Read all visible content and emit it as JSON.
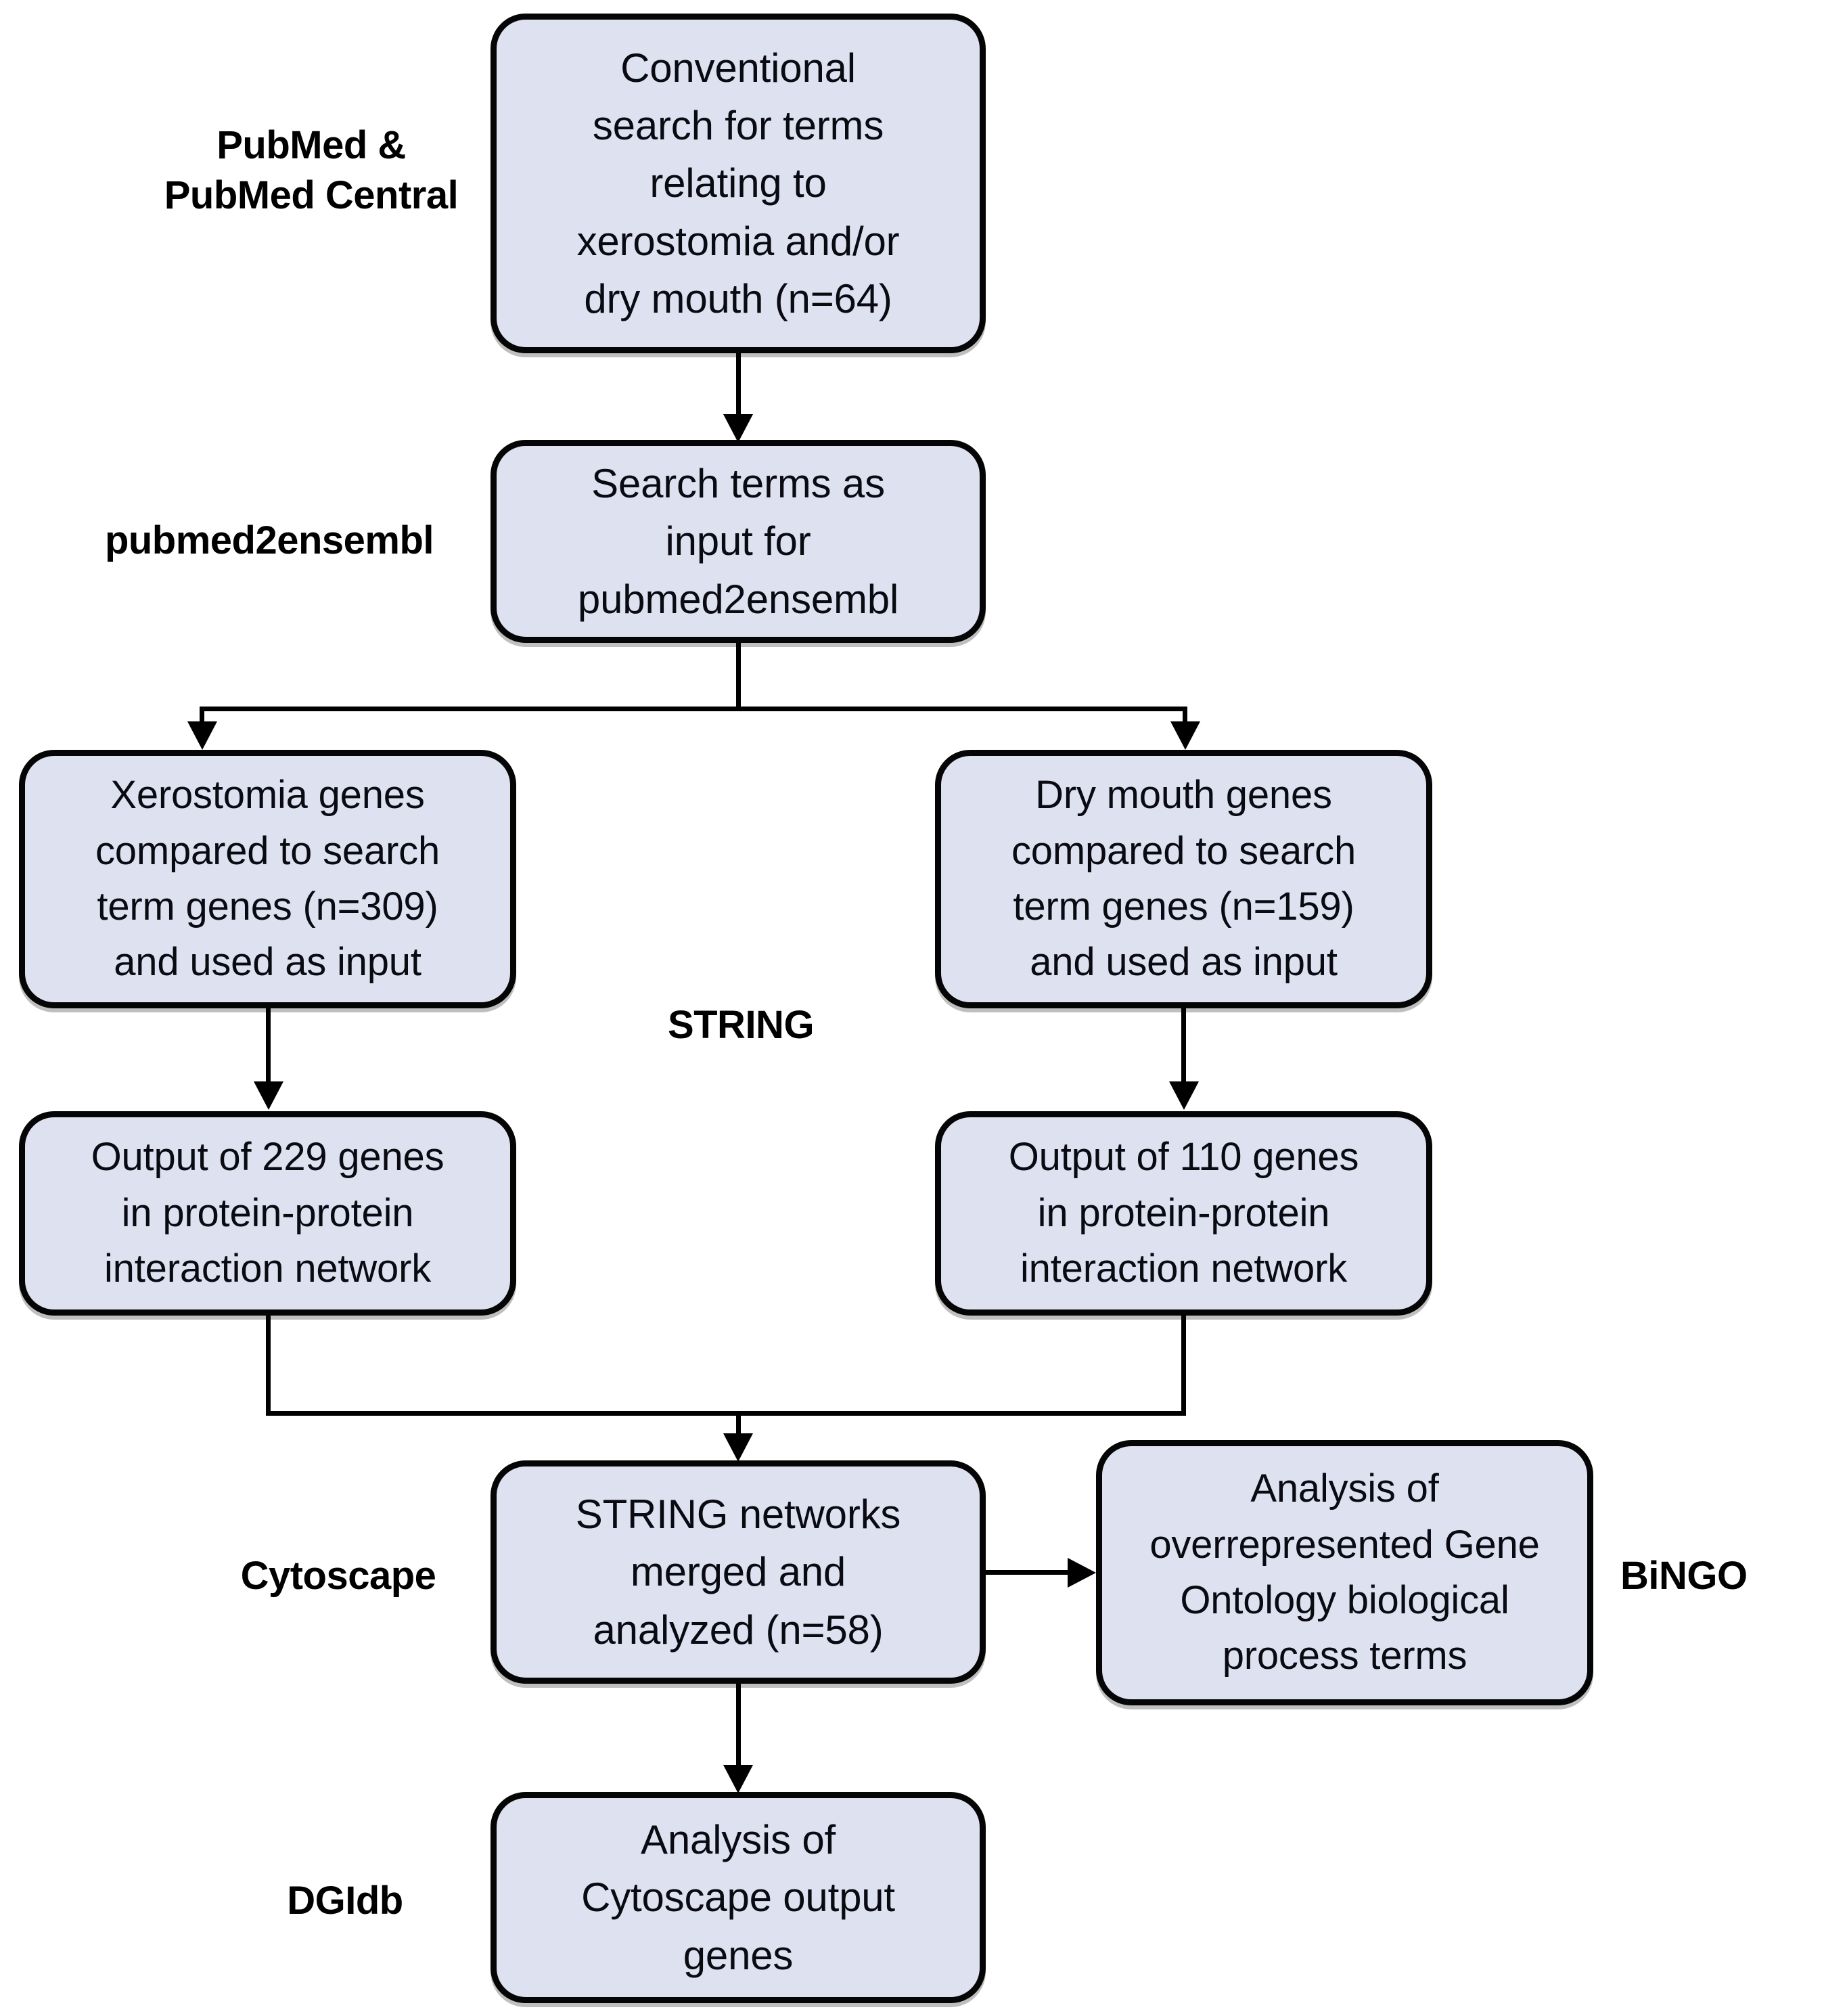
{
  "diagram": {
    "title": "Xerostomia gene analysis workflow flowchart",
    "background_color": "#ffffff",
    "node_fill_color": "#dee2f0",
    "node_border_color": "#050505",
    "connector_color": "#000000",
    "text_color": "#0a0a12"
  },
  "nodes": [
    {
      "id": "conventional-search",
      "text": "Conventional\nsearch for terms\nrelating to\nxerostomia and/or\ndry mouth (n=64)",
      "n": 64
    },
    {
      "id": "search-terms-input",
      "text": "Search terms as\ninput for\npubmed2ensembl"
    },
    {
      "id": "xerostomia-genes",
      "text": "Xerostomia genes\ncompared to search\nterm genes (n=309)\nand used as input",
      "n": 309
    },
    {
      "id": "dry-mouth-genes",
      "text": "Dry mouth genes\ncompared to search\nterm genes (n=159)\nand used as input",
      "n": 159
    },
    {
      "id": "output-229",
      "text": "Output of 229 genes\nin protein-protein\ninteraction network",
      "n": 229
    },
    {
      "id": "output-110",
      "text": "Output of 110 genes\nin protein-protein\ninteraction network",
      "n": 110
    },
    {
      "id": "string-networks-merged",
      "text": "STRING networks\nmerged and\nanalyzed (n=58)",
      "n": 58
    },
    {
      "id": "bingo-analysis",
      "text": "Analysis of\noverrepresented Gene\nOntology biological\nprocess terms"
    },
    {
      "id": "dgidb-analysis",
      "text": "Analysis of\nCytoscape output\ngenes"
    }
  ],
  "labels": {
    "pubmed": "PubMed &\nPubMed Central",
    "pubmed2ensembl": "pubmed2ensembl",
    "string": "STRING",
    "cytoscape": "Cytoscape",
    "bingo": "BiNGO",
    "dgidb": "DGIdb"
  }
}
